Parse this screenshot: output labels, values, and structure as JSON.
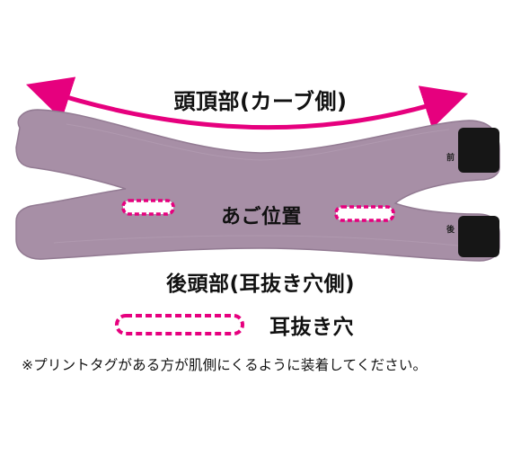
{
  "labels": {
    "top": "頭頂部(カーブ側)",
    "center": "あご位置",
    "bottom": "後頭部(耳抜き穴側)",
    "legend": "耳抜き穴",
    "note": "※プリントタグがある方が肌側にくるように装着してください。",
    "front_tab": "前",
    "back_tab": "後"
  },
  "colors": {
    "band": "#a78fa6",
    "band_edge": "#927a92",
    "band_highlight": "#b6a0b5",
    "arrow": "#e6007e",
    "hole_dash": "#e6007e",
    "tab": "#161616",
    "label_text": "#111111"
  },
  "icons": {
    "arrow": "double-headed-curved-arrow",
    "holes": "dashed-ear-hole-outline"
  }
}
